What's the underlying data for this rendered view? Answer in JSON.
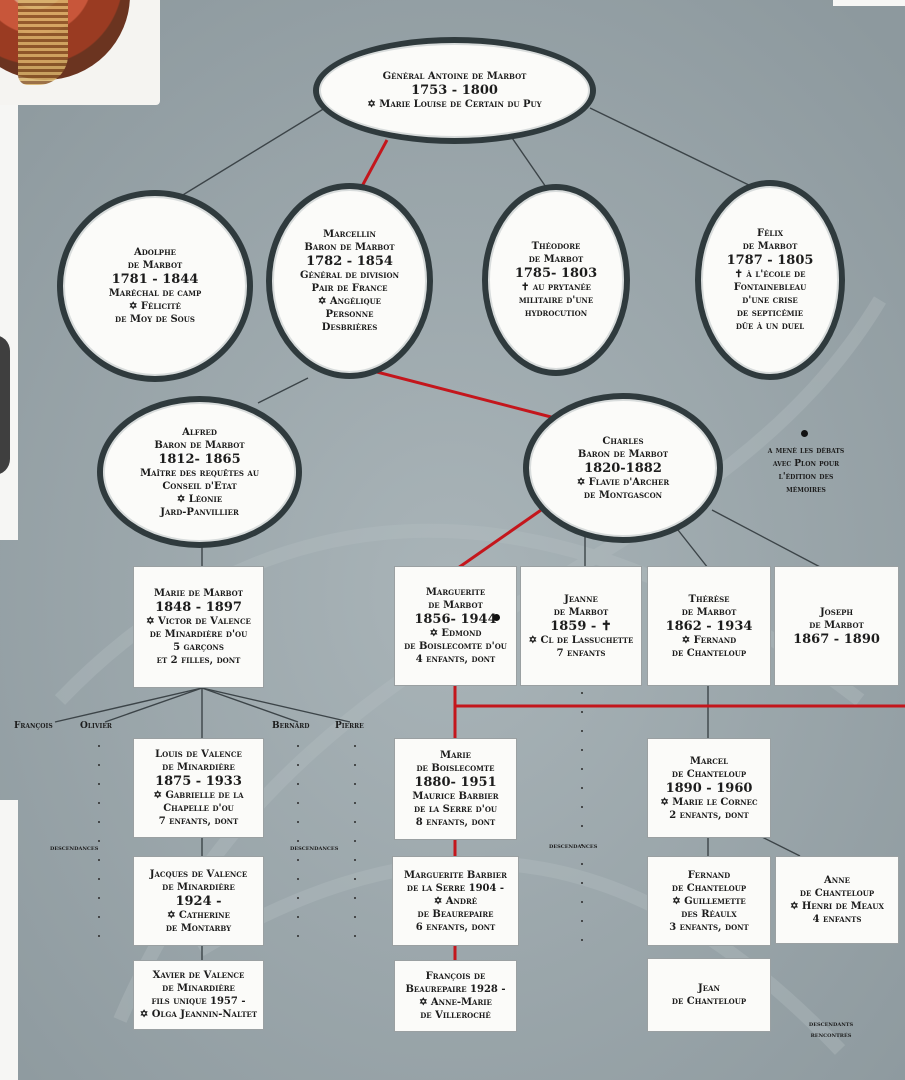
{
  "nodes": {
    "antoine": [
      "Général Antoine de Marbot",
      "1753 - 1800",
      "✡ Marie Louise de Certain du Puy"
    ],
    "adolphe": [
      "Adolphe",
      "de Marbot",
      "1781 - 1844",
      "Maréchal de camp",
      "✡ Félicité",
      "de Moy de Sous"
    ],
    "marcellin": [
      "Marcellin",
      "Baron de Marbot",
      "1782 - 1854",
      "Général de division",
      "Pair de France",
      "✡ Angélique",
      "Personne",
      "Desbrières"
    ],
    "theodore": [
      "Théodore",
      "de Marbot",
      "1785- 1803",
      "✝ au prytanée",
      "militaire d'une",
      "hydrocution"
    ],
    "felix": [
      "Félix",
      "de Marbot",
      "1787 - 1805",
      "✝ à l'école de",
      "Fontainebleau",
      "d'une crise",
      "de septicémie",
      "dûe à un duel"
    ],
    "alfred": [
      "Alfred",
      "Baron de Marbot",
      "1812- 1865",
      "Maître des requêtes au",
      "Conseil d'Etat",
      "✡ Léonie",
      "Jard-Panvillier"
    ],
    "charles": [
      "Charles",
      "Baron de Marbot",
      "1820-1882",
      "✡ Flavie d'Archer",
      "de Montgascon"
    ],
    "marie_marbot": [
      "Marie de Marbot",
      "1848 - 1897",
      "✡ Victor de Valence",
      "de Minardière d'ou",
      "5 garçons",
      "et 2 filles, dont"
    ],
    "marguerite": [
      "Marguerite",
      "de Marbot",
      "1856- 1944",
      "✡ Edmond",
      "de Boislecomte d'ou",
      "4 enfants, dont"
    ],
    "jeanne": [
      "Jeanne",
      "de Marbot",
      "1859 - ✝",
      "✡ Cl de Lassuchette",
      "7 enfants"
    ],
    "therese": [
      "Thérèse",
      "de Marbot",
      "1862 - 1934",
      "✡ Fernand",
      "de Chanteloup"
    ],
    "joseph": [
      "Joseph",
      "de Marbot",
      "1867 - 1890"
    ],
    "louis": [
      "Louis de Valence",
      "de Minardière",
      "1875 - 1933",
      "✡ Gabrielle de la",
      "Chapelle d'ou",
      "7 enfants, dont"
    ],
    "jacques": [
      "Jacques de Valence",
      "de Minardière",
      "1924 -",
      "✡ Catherine",
      "de Montarby"
    ],
    "xavier": [
      "Xavier de Valence",
      "de Minardière",
      "fils unique 1957 -",
      "✡ Olga Jeannin-Naltet"
    ],
    "marie_boislecomte": [
      "Marie",
      "de Boislecomte",
      "1880- 1951",
      "Maurice Barbier",
      "de la Serre d'ou",
      "8 enfants, dont"
    ],
    "marguerite_barbier": [
      "Marguerite Barbier",
      "de la Serre 1904 -",
      "✡ André",
      "de Beaurepaire",
      "6 enfants, dont"
    ],
    "francois_beaurepaire": [
      "François de",
      "Beaurepaire 1928 -",
      "✡ Anne-Marie",
      "de Villeroché"
    ],
    "marcel": [
      "Marcel",
      "de Chanteloup",
      "1890 - 1960",
      "✡ Marie le Cornec",
      "2 enfants, dont"
    ],
    "fernand": [
      "Fernand",
      "de Chanteloup",
      "✡ Guillemette",
      "des Réaulx",
      "3 enfants, dont"
    ],
    "anne": [
      "Anne",
      "de Chanteloup",
      "✡ Henri de Meaux",
      "4 enfants"
    ],
    "jean": [
      "Jean",
      "de Chanteloup"
    ]
  },
  "labels": {
    "francois": "François",
    "olivier": "Olivier",
    "bernard": "Bernard",
    "pierre": "Pierre",
    "desc1": "descendances",
    "desc2": "descendances",
    "desc3": "descendances",
    "met": [
      "descendants",
      "rencontrés"
    ]
  },
  "note": [
    "a mené les débats",
    "avec Plon pour",
    "l'édition des",
    "mémoires"
  ],
  "colors": {
    "red_line": "#c4161c",
    "gray_line": "#3c4448",
    "background": "#97a3a8",
    "card": "#fbfbf9"
  }
}
